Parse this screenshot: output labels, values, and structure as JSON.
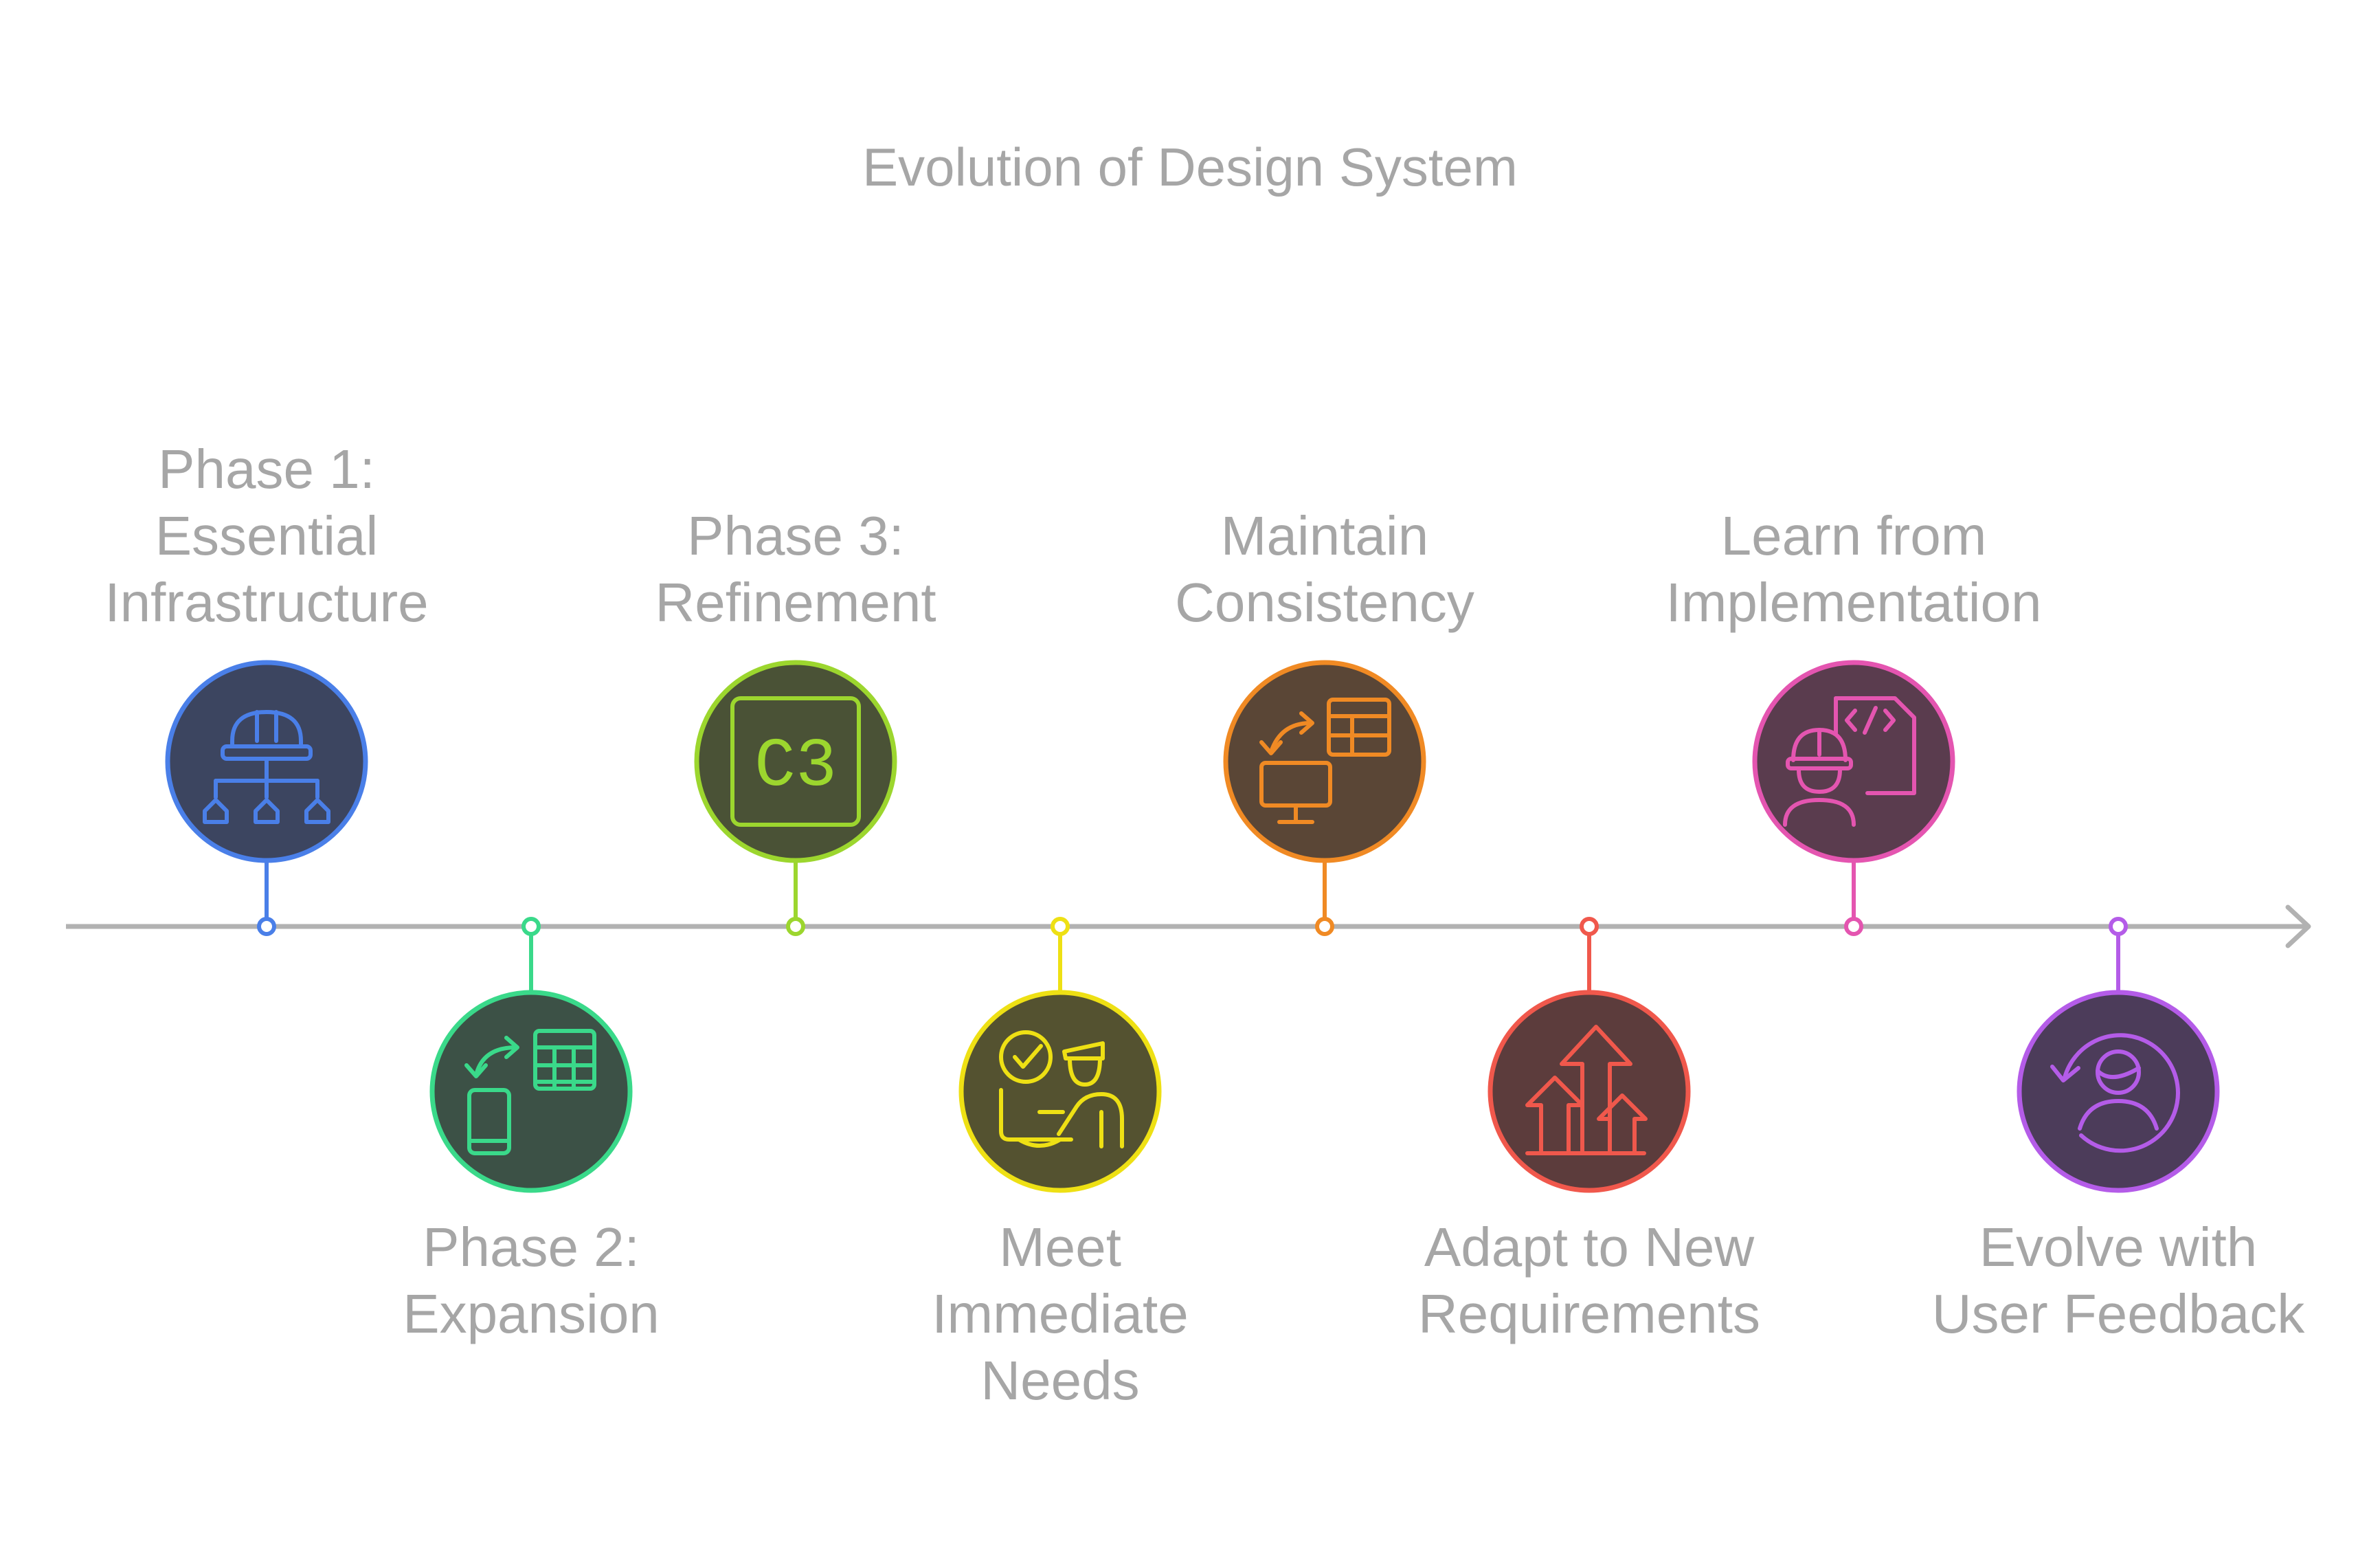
{
  "title": "Evolution of Design System",
  "phases": [
    {
      "lines": [
        "Phase 1:",
        "Essential",
        "Infrastructure"
      ],
      "color": "#4a7fe8",
      "fill": "#3c4560",
      "icon": "hard-hat-hierarchy-icon"
    },
    {
      "lines": [
        "Phase 2:",
        "Expansion"
      ],
      "color": "#3ad98a",
      "fill": "#3c5146",
      "icon": "mobile-to-table-icon"
    },
    {
      "lines": [
        "Phase 3:",
        "Refinement"
      ],
      "color": "#9cd62e",
      "fill": "#4a5236",
      "icon": "c3-badge-icon",
      "icon_text": "C3"
    },
    {
      "lines": [
        "Meet",
        "Immediate",
        "Needs"
      ],
      "color": "#eee014",
      "fill": "#545230",
      "icon": "checklist-worker-icon"
    },
    {
      "lines": [
        "Maintain",
        "Consistency"
      ],
      "color": "#f08a24",
      "fill": "#5a4636",
      "icon": "monitor-to-table-icon"
    },
    {
      "lines": [
        "Adapt to New",
        "Requirements"
      ],
      "color": "#f0584c",
      "fill": "#5c3c3c",
      "icon": "growth-arrows-icon"
    },
    {
      "lines": [
        "Learn from",
        "Implementation"
      ],
      "color": "#e455b0",
      "fill": "#5a3c4e",
      "icon": "developer-code-icon"
    },
    {
      "lines": [
        "Evolve with",
        "User Feedback"
      ],
      "color": "#b45ce8",
      "fill": "#4c3c5a",
      "icon": "user-cycle-icon"
    }
  ]
}
